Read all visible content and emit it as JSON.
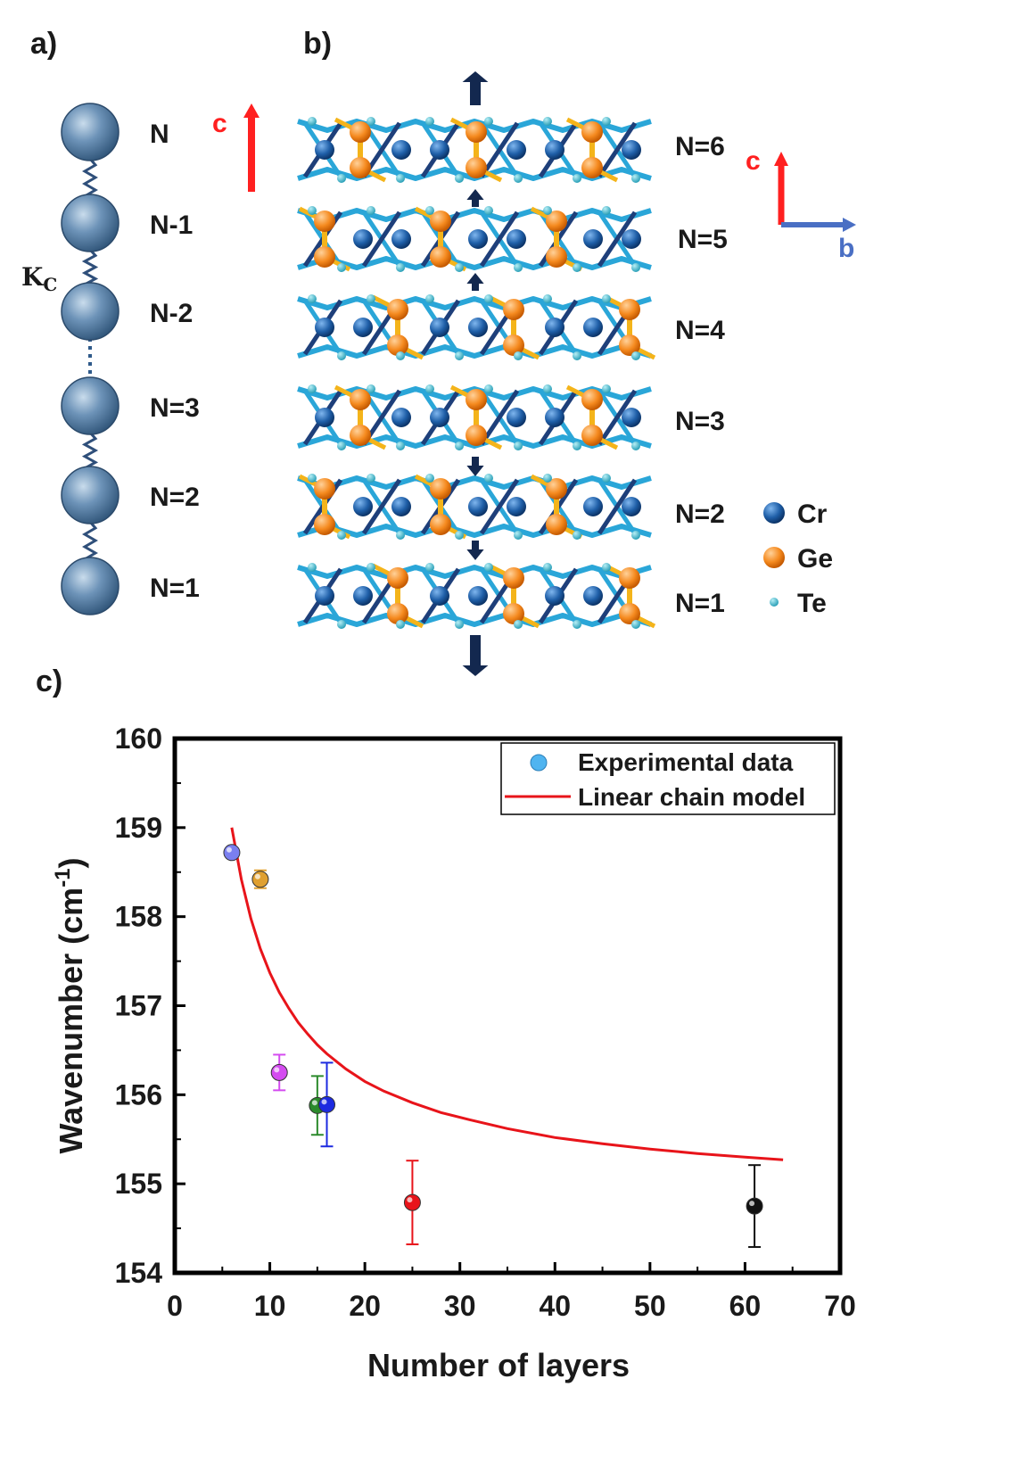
{
  "panels": {
    "a": {
      "letter": "a)",
      "coupling_label": "K",
      "coupling_subscript": "C",
      "layers": [
        "N",
        "N-1",
        "N-2",
        "N=3",
        "N=2",
        "N=1"
      ]
    },
    "b": {
      "letter": "b)",
      "axis_c": "c",
      "axis_b": "b",
      "layers": [
        "N=6",
        "N=5",
        "N=4",
        "N=3",
        "N=2",
        "N=1"
      ],
      "legend": [
        {
          "label": "Cr",
          "color": "#1f5fa8"
        },
        {
          "label": "Ge",
          "color": "#f58a1f"
        },
        {
          "label": "Te",
          "color": "#3cb4c8"
        }
      ]
    },
    "c": {
      "letter": "c)"
    }
  },
  "colors": {
    "model_line": "#e8141a",
    "axis_red": "#ff2020",
    "axis_blue": "#4a6fc4",
    "bond_light": "#2aa6d8",
    "bond_dark": "#1e3f7a",
    "bond_gold": "#f4b41a",
    "arrow": "#13284f"
  },
  "chart_data": {
    "type": "scatter",
    "xlabel": "Number of layers",
    "ylabel": "Wavenumber (cm",
    "ylabel_superscript": "-1",
    "ylabel_suffix": ")",
    "xlim": [
      0,
      70
    ],
    "ylim": [
      154,
      160
    ],
    "xticks": [
      0,
      10,
      20,
      30,
      40,
      50,
      60,
      70
    ],
    "yticks": [
      154,
      155,
      156,
      157,
      158,
      159,
      160
    ],
    "grid": false,
    "legend_position": "top-right",
    "series": [
      {
        "name": "Experimental data",
        "points": [
          {
            "x": 6,
            "y": 158.72,
            "err": 0.05,
            "color": "#7a7ff0"
          },
          {
            "x": 9,
            "y": 158.42,
            "err": 0.1,
            "color": "#e0a030"
          },
          {
            "x": 11,
            "y": 156.25,
            "err": 0.2,
            "color": "#d44cf0"
          },
          {
            "x": 15,
            "y": 155.88,
            "err": 0.33,
            "color": "#2b8a2b"
          },
          {
            "x": 16,
            "y": 155.89,
            "err": 0.47,
            "color": "#1c2ae0"
          },
          {
            "x": 25,
            "y": 154.79,
            "err": 0.47,
            "color": "#e8141a"
          },
          {
            "x": 61,
            "y": 154.75,
            "err": 0.46,
            "color": "#111111"
          }
        ]
      },
      {
        "name": "Linear chain model",
        "color": "#e8141a",
        "x": [
          6,
          7,
          8,
          9,
          10,
          11,
          12,
          13,
          14,
          15,
          16,
          18,
          20,
          22,
          25,
          28,
          31,
          35,
          40,
          45,
          50,
          55,
          60,
          64
        ],
        "y": [
          159.0,
          158.42,
          157.98,
          157.64,
          157.37,
          157.15,
          156.97,
          156.81,
          156.68,
          156.56,
          156.46,
          156.29,
          156.15,
          156.04,
          155.91,
          155.8,
          155.72,
          155.62,
          155.52,
          155.45,
          155.39,
          155.34,
          155.3,
          155.27
        ]
      }
    ]
  }
}
